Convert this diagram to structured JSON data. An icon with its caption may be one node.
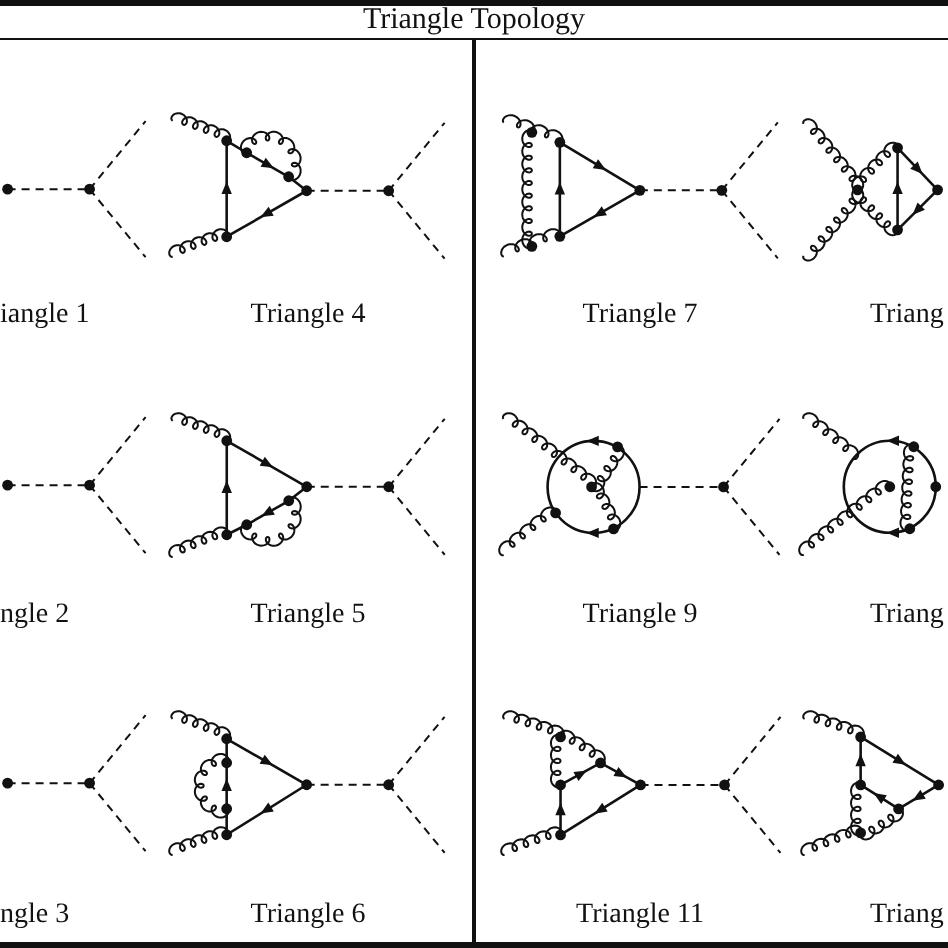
{
  "diagram": {
    "title": "Triangle Topology",
    "labels": [
      "iangle 1",
      "Triangle 4",
      "Triangle 7",
      "Triang",
      "ngle 2",
      "Triangle 5",
      "Triangle 9",
      "Triang",
      "ngle 3",
      "Triangle 6",
      "Triangle 11",
      "Triang"
    ]
  }
}
